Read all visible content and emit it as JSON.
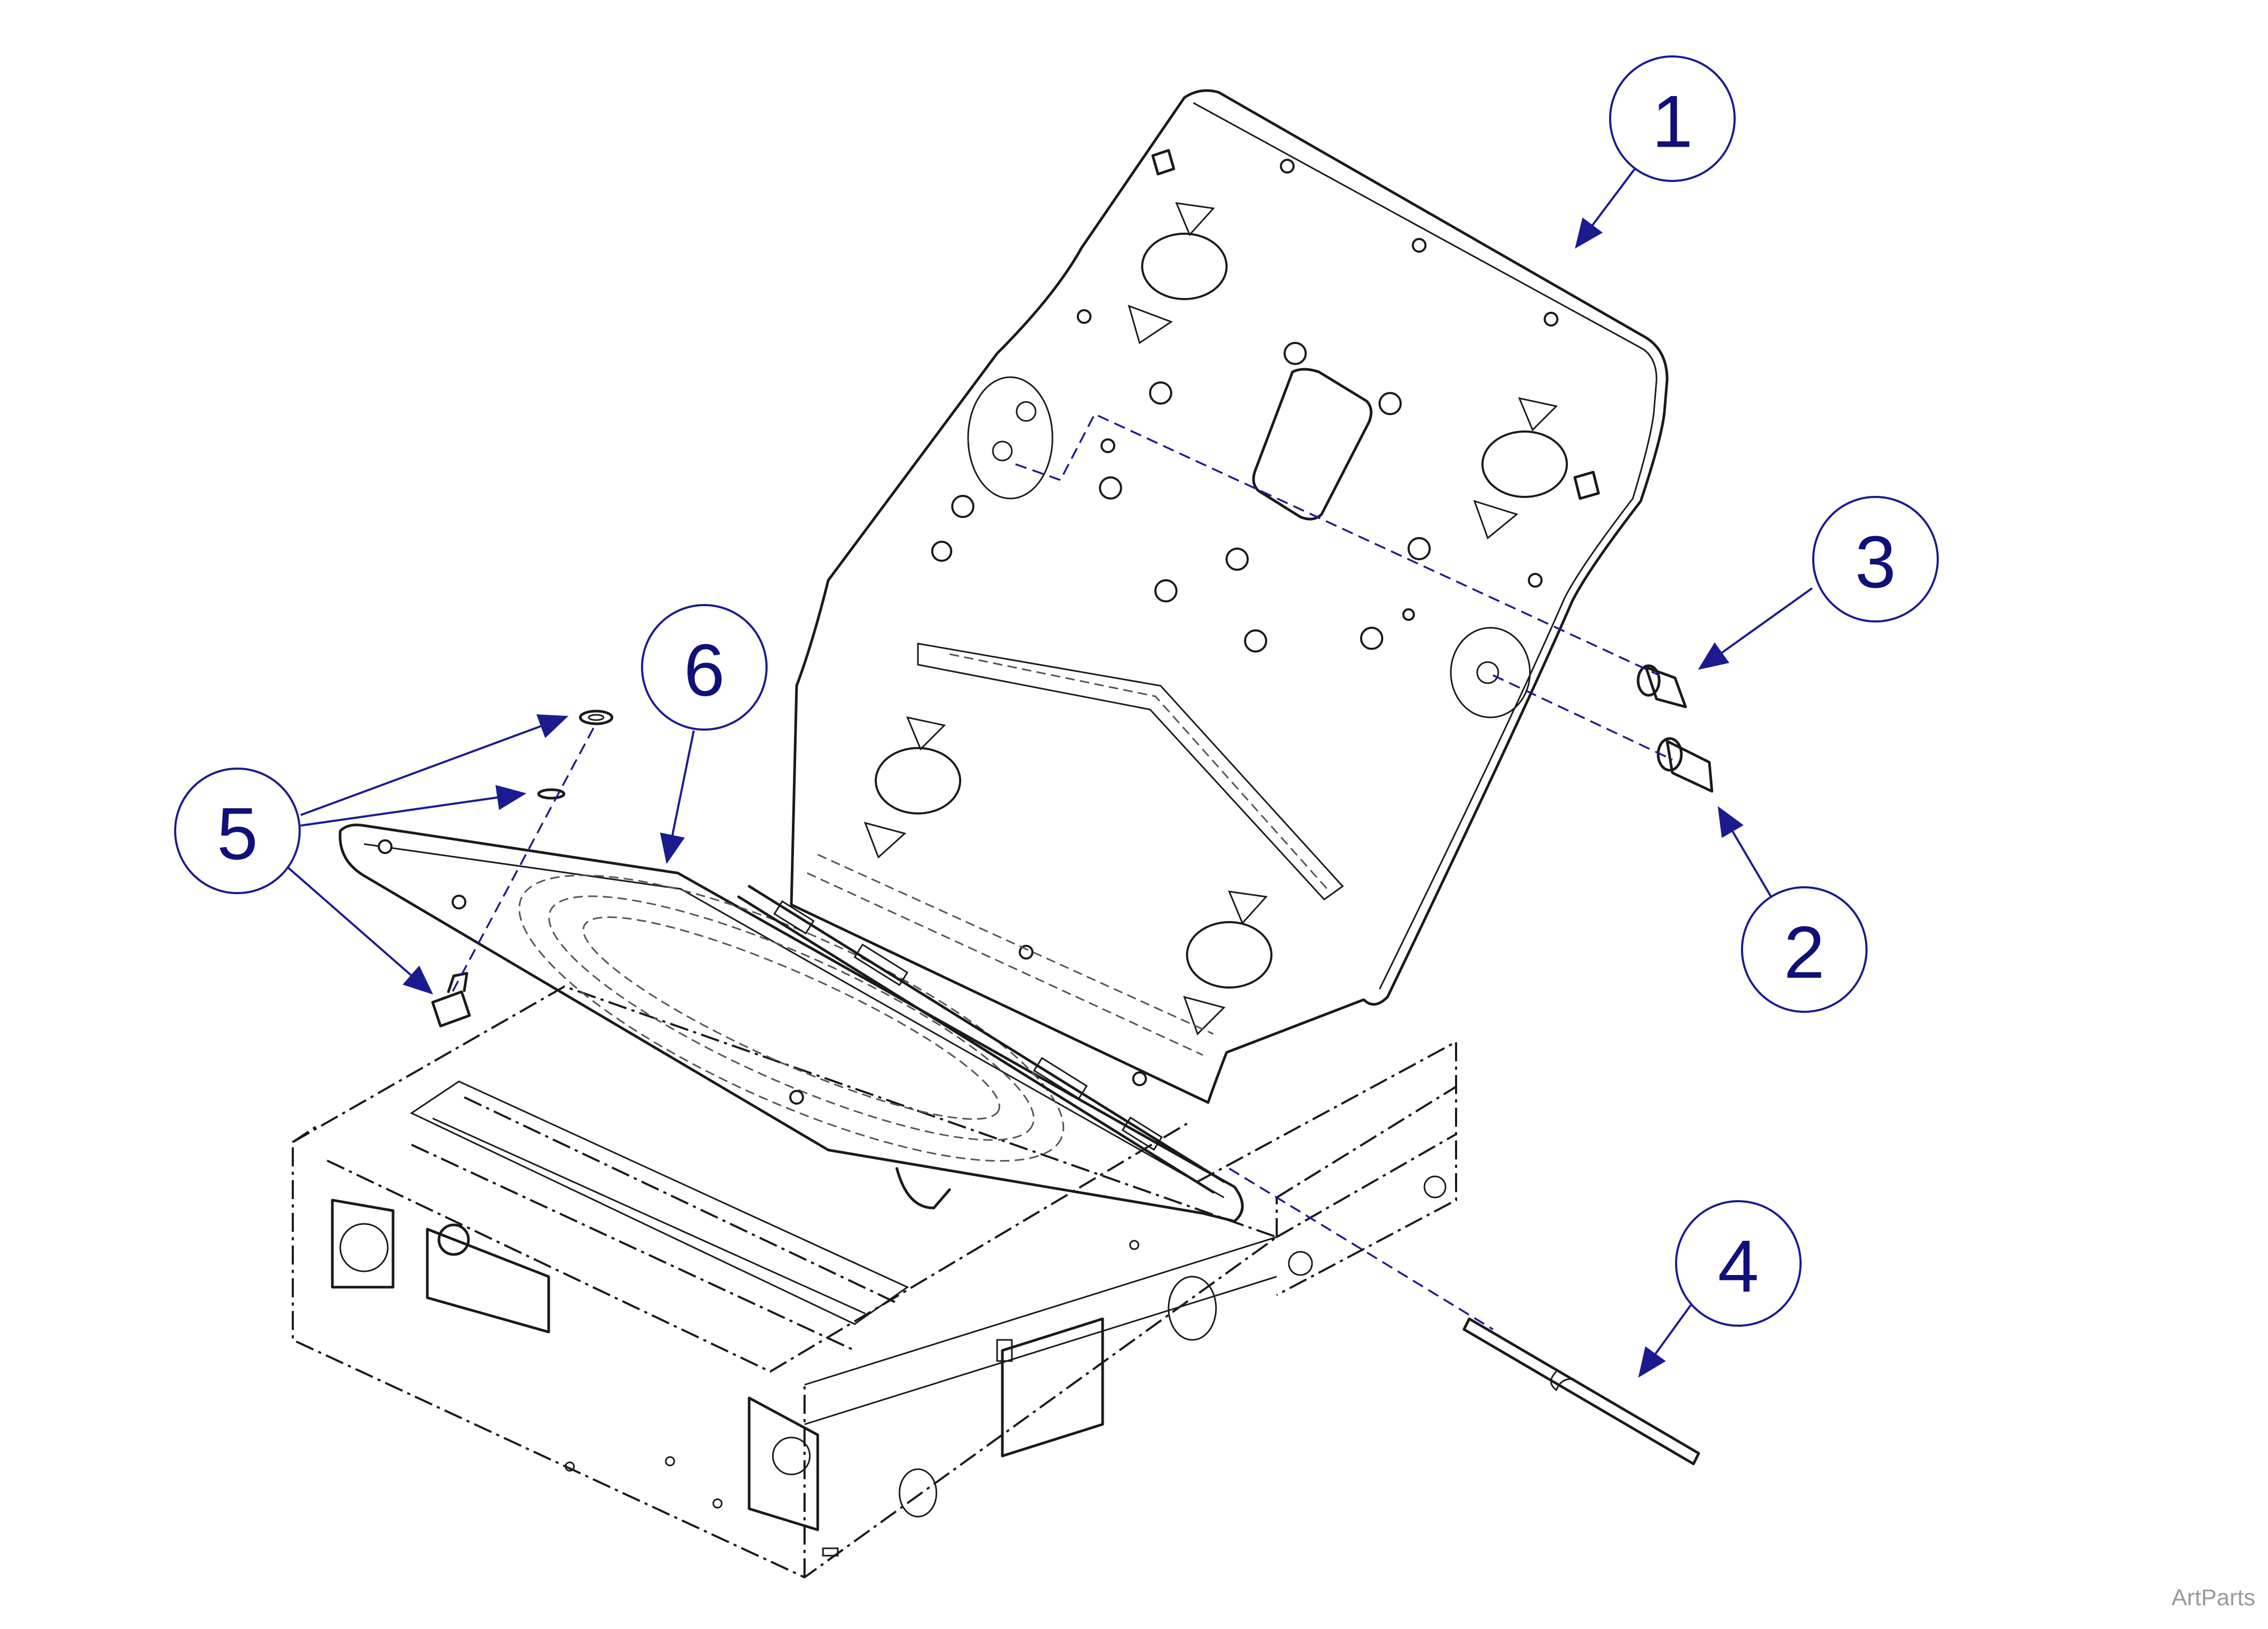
{
  "watermark": "ArtParts",
  "callouts": [
    {
      "id": "1",
      "label": "1"
    },
    {
      "id": "2",
      "label": "2"
    },
    {
      "id": "3",
      "label": "3"
    },
    {
      "id": "4",
      "label": "4"
    },
    {
      "id": "5",
      "label": "5"
    },
    {
      "id": "6",
      "label": "6"
    }
  ],
  "colors": {
    "callout": "#1b1b8f",
    "line": "#1a1a1a"
  }
}
